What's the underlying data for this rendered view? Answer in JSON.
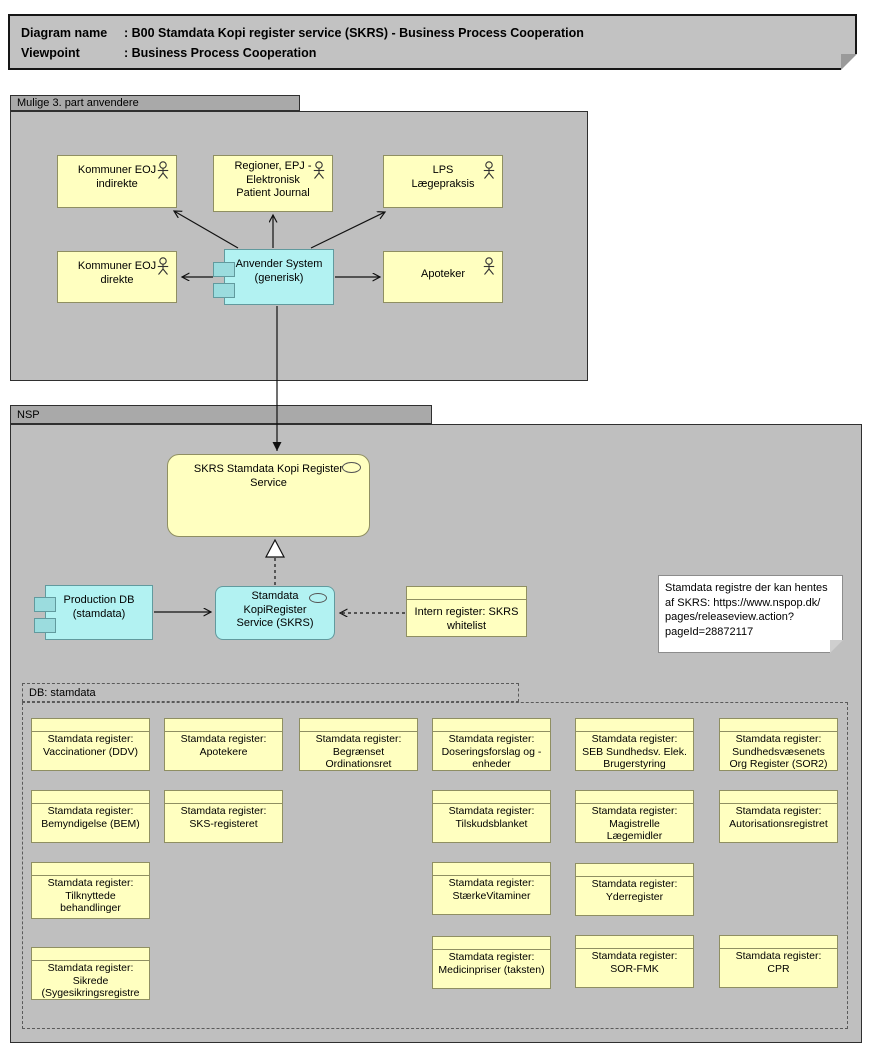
{
  "title_block": {
    "rows": [
      {
        "label": "Diagram name",
        "value": ": B00 Stamdata Kopi register service (SKRS) - Business Process Cooperation"
      },
      {
        "label": "Viewpoint",
        "value": ": Business Process Cooperation"
      }
    ]
  },
  "groups": {
    "third_party": {
      "label": "Mulige 3. part anvendere"
    },
    "nsp": {
      "label": "NSP"
    },
    "db": {
      "label": "DB: stamdata"
    }
  },
  "actors": {
    "kommuner_indirekte": {
      "lines": [
        "Kommuner EOJ",
        "indirekte"
      ]
    },
    "regioner": {
      "lines": [
        "Regioner, EPJ -",
        "Elektronisk",
        "Patient Journal"
      ]
    },
    "lps": {
      "lines": [
        "LPS",
        "Lægepraksis"
      ]
    },
    "kommuner_direkte": {
      "lines": [
        "Kommuner EOJ",
        "direkte"
      ]
    },
    "apoteker": {
      "lines": [
        "Apoteker"
      ]
    }
  },
  "components": {
    "anvender": {
      "lines": [
        "Anvender System",
        "(generisk)"
      ]
    },
    "production_db": {
      "lines": [
        "Production DB",
        "(stamdata)"
      ]
    }
  },
  "services": {
    "skrs": {
      "lines": [
        "SKRS Stamdata Kopi Register",
        "Service"
      ]
    },
    "kopiregister": {
      "lines": [
        "Stamdata",
        "KopiRegister",
        "Service (SKRS)"
      ]
    }
  },
  "data_objects": {
    "intern_register": {
      "label": "Intern register: SKRS whitelist"
    }
  },
  "note": {
    "lines": [
      "Stamdata registre der kan hentes",
      "af SKRS: https://www.nspop.dk/",
      "pages/releaseview.action?",
      "pageId=28872117"
    ]
  },
  "registers": [
    {
      "prefix": "Stamdata register:",
      "name": "Vaccinationer (DDV)"
    },
    {
      "prefix": "Stamdata register:",
      "name": "Apotekere"
    },
    {
      "prefix": "Stamdata register:",
      "name": "Begrænset Ordinationsret"
    },
    {
      "prefix": "Stamdata register:",
      "name": "Doseringsforslag og -enheder"
    },
    {
      "prefix": "Stamdata register:",
      "name": "SEB Sundhedsv. Elek. Brugerstyring"
    },
    {
      "prefix": "Stamdata register:",
      "name": "Sundhedsvæsenets Org Register (SOR2)"
    },
    {
      "prefix": "Stamdata register:",
      "name": "Bemyndigelse (BEM)"
    },
    {
      "prefix": "Stamdata register:",
      "name": "SKS-registeret"
    },
    {
      "prefix": "Stamdata register:",
      "name": "Tilskudsblanket"
    },
    {
      "prefix": "Stamdata register:",
      "name": "Magistrelle Lægemidler"
    },
    {
      "prefix": "Stamdata register:",
      "name": "Autorisationsregistret"
    },
    {
      "prefix": "Stamdata register:",
      "name": "Tilknyttede behandlinger"
    },
    {
      "prefix": "Stamdata register:",
      "name": "StærkeVitaminer"
    },
    {
      "prefix": "Stamdata register:",
      "name": "Yderregister"
    },
    {
      "prefix": "Stamdata register:",
      "name": "Sikrede (Sygesikringsregistre"
    },
    {
      "prefix": "Stamdata register:",
      "name": "Medicinpriser (taksten)"
    },
    {
      "prefix": "Stamdata register:",
      "name": "SOR-FMK"
    },
    {
      "prefix": "Stamdata register:",
      "name": "CPR"
    }
  ],
  "colors": {
    "element_yellow": "#FFFFC0",
    "element_yellow_border": "#8F8F62",
    "element_cyan": "#B2F2F2",
    "element_cyan_border": "#619A9E",
    "component_tab": "#9BDCDE",
    "group_body": "#BFBFBF",
    "group_tab": "#A9A9A9",
    "title_background": "#C2C2C2",
    "note_background": "#FFFFFF",
    "connector": "#111111"
  }
}
